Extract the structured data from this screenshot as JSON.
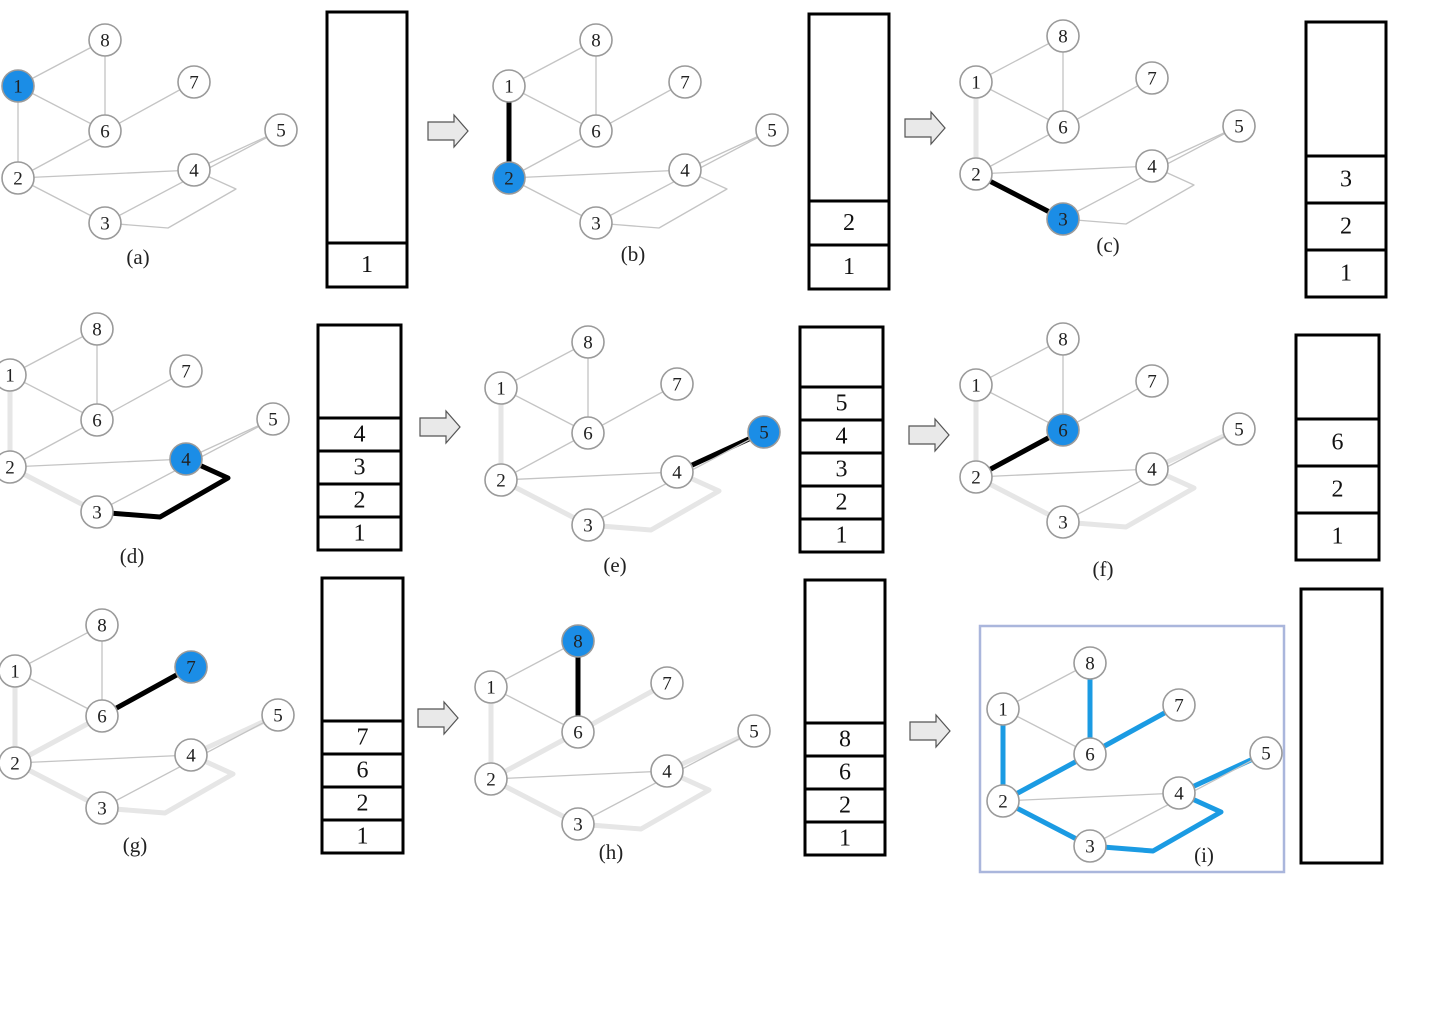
{
  "colors": {
    "visiting": "#1b8de6",
    "tree_highlight": "#1b9be3",
    "edge_unvisited": "#c4c4c4",
    "edge_visited": "#e6e6e6",
    "edge_current": "#000000",
    "arrow_fill": "#e9e9e9",
    "frame_border": "#aab6dc"
  },
  "graph": {
    "nodes": [
      "1",
      "2",
      "3",
      "4",
      "5",
      "6",
      "7",
      "8"
    ],
    "edges": [
      [
        "1",
        "8"
      ],
      [
        "1",
        "6"
      ],
      [
        "1",
        "2"
      ],
      [
        "8",
        "6"
      ],
      [
        "6",
        "7"
      ],
      [
        "6",
        "2"
      ],
      [
        "2",
        "4"
      ],
      [
        "2",
        "3"
      ],
      [
        "3",
        "4"
      ],
      [
        "4",
        "5"
      ],
      [
        "3",
        "5"
      ]
    ]
  },
  "panels": [
    {
      "id": "a",
      "caption": "(a)",
      "current_node": "1",
      "current_edge": null,
      "visited_edges": [],
      "stack": [
        "1"
      ]
    },
    {
      "id": "b",
      "caption": "(b)",
      "current_node": "2",
      "current_edge": [
        "1",
        "2"
      ],
      "visited_edges": [],
      "stack": [
        "2",
        "1"
      ]
    },
    {
      "id": "c",
      "caption": "(c)",
      "current_node": "3",
      "current_edge": [
        "2",
        "3"
      ],
      "visited_edges": [
        [
          "1",
          "2"
        ]
      ],
      "stack": [
        "3",
        "2",
        "1"
      ]
    },
    {
      "id": "d",
      "caption": "(d)",
      "current_node": "4",
      "current_edge": [
        "3",
        "4"
      ],
      "visited_edges": [
        [
          "1",
          "2"
        ],
        [
          "2",
          "3"
        ]
      ],
      "stack": [
        "4",
        "3",
        "2",
        "1"
      ]
    },
    {
      "id": "e",
      "caption": "(e)",
      "current_node": "5",
      "current_edge": [
        "4",
        "5"
      ],
      "visited_edges": [
        [
          "1",
          "2"
        ],
        [
          "2",
          "3"
        ],
        [
          "3",
          "4"
        ]
      ],
      "stack": [
        "5",
        "4",
        "3",
        "2",
        "1"
      ]
    },
    {
      "id": "f",
      "caption": "(f)",
      "current_node": "6",
      "current_edge": [
        "2",
        "6"
      ],
      "visited_edges": [
        [
          "1",
          "2"
        ],
        [
          "2",
          "3"
        ],
        [
          "3",
          "4"
        ],
        [
          "4",
          "5"
        ]
      ],
      "stack": [
        "6",
        "2",
        "1"
      ]
    },
    {
      "id": "g",
      "caption": "(g)",
      "current_node": "7",
      "current_edge": [
        "6",
        "7"
      ],
      "visited_edges": [
        [
          "1",
          "2"
        ],
        [
          "2",
          "3"
        ],
        [
          "3",
          "4"
        ],
        [
          "4",
          "5"
        ],
        [
          "2",
          "6"
        ]
      ],
      "stack": [
        "7",
        "6",
        "2",
        "1"
      ]
    },
    {
      "id": "h",
      "caption": "(h)",
      "current_node": "8",
      "current_edge": [
        "6",
        "8"
      ],
      "visited_edges": [
        [
          "1",
          "2"
        ],
        [
          "2",
          "3"
        ],
        [
          "3",
          "4"
        ],
        [
          "4",
          "5"
        ],
        [
          "2",
          "6"
        ],
        [
          "6",
          "7"
        ]
      ],
      "stack": [
        "8",
        "6",
        "2",
        "1"
      ]
    },
    {
      "id": "i",
      "caption": "(i)",
      "current_node": null,
      "current_edge": null,
      "visited_edges": [],
      "tree_edges": [
        [
          "1",
          "2"
        ],
        [
          "2",
          "3"
        ],
        [
          "3",
          "4"
        ],
        [
          "4",
          "5"
        ],
        [
          "2",
          "6"
        ],
        [
          "6",
          "7"
        ],
        [
          "6",
          "8"
        ]
      ],
      "stack": []
    }
  ]
}
